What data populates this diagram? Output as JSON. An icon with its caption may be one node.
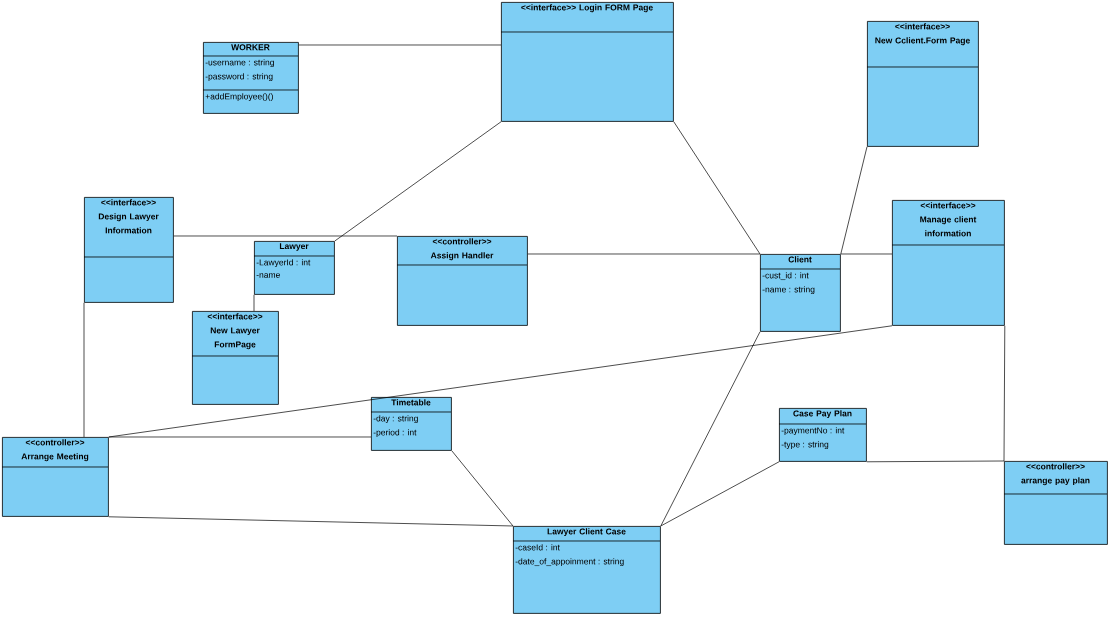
{
  "diagram": {
    "nodes": [
      {
        "text": [
          "WORKER",
          "-username : string",
          "-password : string",
          "+addEmployee()()"
        ]
      },
      {
        "text": [
          "<<interface>>  Login FORM Page"
        ]
      },
      {
        "text": [
          "<<interface>>",
          "New Cclient.Form Page"
        ]
      },
      {
        "text": [
          "<<interface>>",
          "Design Lawyer Information"
        ]
      },
      {
        "text": [
          "Lawyer",
          "-LawyerId : int",
          "-name"
        ]
      },
      {
        "text": [
          "<<controller>>",
          "Assign Handler"
        ]
      },
      {
        "text": [
          "Client",
          "-cust_id : int",
          "-name : string"
        ]
      },
      {
        "text": [
          "<<interface>>",
          "Manage client information"
        ]
      },
      {
        "text": [
          "<<interface>>",
          "New Lawyer FormPage"
        ]
      },
      {
        "text": [
          "Timetable",
          "-day : string",
          "-period : int"
        ]
      },
      {
        "text": [
          "<<controller>>",
          "Arrange Meeting"
        ]
      },
      {
        "text": [
          "Case Pay Plan",
          "-paymentNo : int",
          "-type : string"
        ]
      },
      {
        "text": [
          "<<controller>>",
          "arrange pay plan"
        ]
      },
      {
        "text": [
          "Lawyer Client Case",
          "-caseId : int",
          "-date_of_appoinment : string"
        ]
      }
    ],
    "edges": [
      {
        "from": 0,
        "to": 1,
        "arrow": "none"
      },
      {
        "from": 1,
        "to": 4,
        "arrow": "none"
      },
      {
        "from": 1,
        "to": 6,
        "arrow": "none"
      },
      {
        "from": 2,
        "to": 6,
        "arrow": "none"
      },
      {
        "from": 3,
        "to": 5,
        "arrow": "none"
      },
      {
        "from": 5,
        "to": 6,
        "arrow": "none"
      },
      {
        "from": 6,
        "to": 7,
        "arrow": "none"
      },
      {
        "from": 4,
        "to": 8,
        "arrow": "none"
      },
      {
        "from": 3,
        "to": 10,
        "arrow": "none"
      },
      {
        "from": 10,
        "to": 7,
        "arrow": "none"
      },
      {
        "from": 10,
        "to": 9,
        "arrow": "none"
      },
      {
        "from": 9,
        "to": 13,
        "arrow": "none"
      },
      {
        "from": 10,
        "to": 13,
        "arrow": "none"
      },
      {
        "from": 6,
        "to": 13,
        "arrow": "none"
      },
      {
        "from": 11,
        "to": 13,
        "arrow": "none"
      },
      {
        "from": 11,
        "to": 12,
        "arrow": "none"
      },
      {
        "from": 7,
        "to": 12,
        "arrow": "none"
      }
    ]
  }
}
